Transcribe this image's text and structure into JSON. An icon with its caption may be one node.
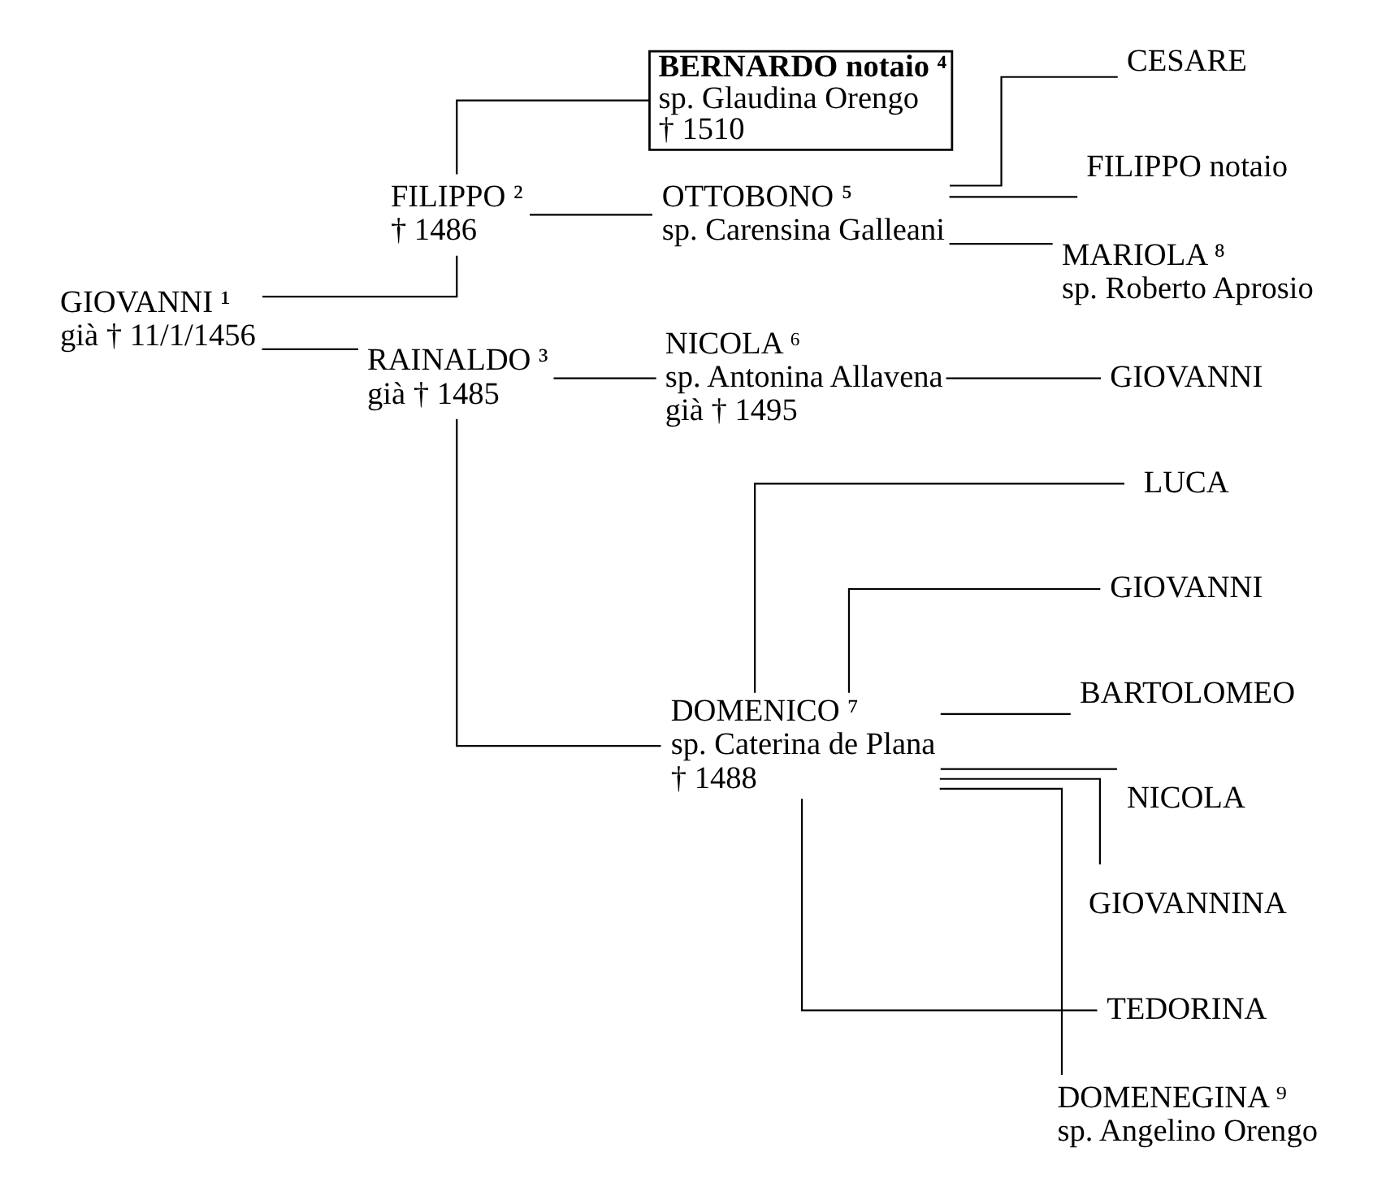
{
  "diagram": {
    "nodes": [
      {
        "text": [
          "GIOVANNI ¹",
          "già † 11/1/1456"
        ]
      },
      {
        "text": [
          "FILIPPO ²",
          "† 1486"
        ]
      },
      {
        "text": [
          "RAINALDO ³",
          "già † 1485"
        ]
      },
      {
        "text": [
          "BERNARDO notaio ⁴",
          "sp. Glaudina Orengo",
          "† 1510"
        ]
      },
      {
        "text": [
          "OTTOBONO ⁵",
          "sp. Carensina Galleani"
        ]
      },
      {
        "text": [
          "CESARE"
        ]
      },
      {
        "text": [
          "FILIPPO notaio"
        ]
      },
      {
        "text": [
          "MARIOLA ⁸",
          "sp. Roberto Aprosio"
        ]
      },
      {
        "text": [
          "NICOLA ⁶",
          "sp. Antonina Allavena",
          "già † 1495"
        ]
      },
      {
        "text": [
          "GIOVANNI"
        ]
      },
      {
        "text": [
          "DOMENICO ⁷",
          "sp. Caterina de Plana",
          "† 1488"
        ]
      },
      {
        "text": [
          "LUCA"
        ]
      },
      {
        "text": [
          "GIOVANNI"
        ]
      },
      {
        "text": [
          "BARTOLOMEO"
        ]
      },
      {
        "text": [
          "NICOLA"
        ]
      },
      {
        "text": [
          "GIOVANNINA"
        ]
      },
      {
        "text": [
          "TEDORINA"
        ]
      },
      {
        "text": [
          "DOMENEGINA ⁹",
          "sp. Angelino Orengo"
        ]
      }
    ],
    "edges": [
      {
        "from": 0,
        "to": 1,
        "arrow": "none"
      },
      {
        "from": 0,
        "to": 2,
        "arrow": "none"
      },
      {
        "from": 1,
        "to": 3,
        "arrow": "none"
      },
      {
        "from": 1,
        "to": 4,
        "arrow": "none"
      },
      {
        "from": 4,
        "to": 5,
        "arrow": "none"
      },
      {
        "from": 4,
        "to": 6,
        "arrow": "none"
      },
      {
        "from": 4,
        "to": 7,
        "arrow": "none"
      },
      {
        "from": 2,
        "to": 8,
        "arrow": "none"
      },
      {
        "from": 2,
        "to": 10,
        "arrow": "none"
      },
      {
        "from": 8,
        "to": 9,
        "arrow": "none"
      },
      {
        "from": 10,
        "to": 11,
        "arrow": "none"
      },
      {
        "from": 10,
        "to": 12,
        "arrow": "none"
      },
      {
        "from": 10,
        "to": 13,
        "arrow": "none"
      },
      {
        "from": 10,
        "to": 14,
        "arrow": "none"
      },
      {
        "from": 10,
        "to": 15,
        "arrow": "none"
      },
      {
        "from": 10,
        "to": 16,
        "arrow": "none"
      },
      {
        "from": 10,
        "to": 17,
        "arrow": "none"
      }
    ]
  }
}
